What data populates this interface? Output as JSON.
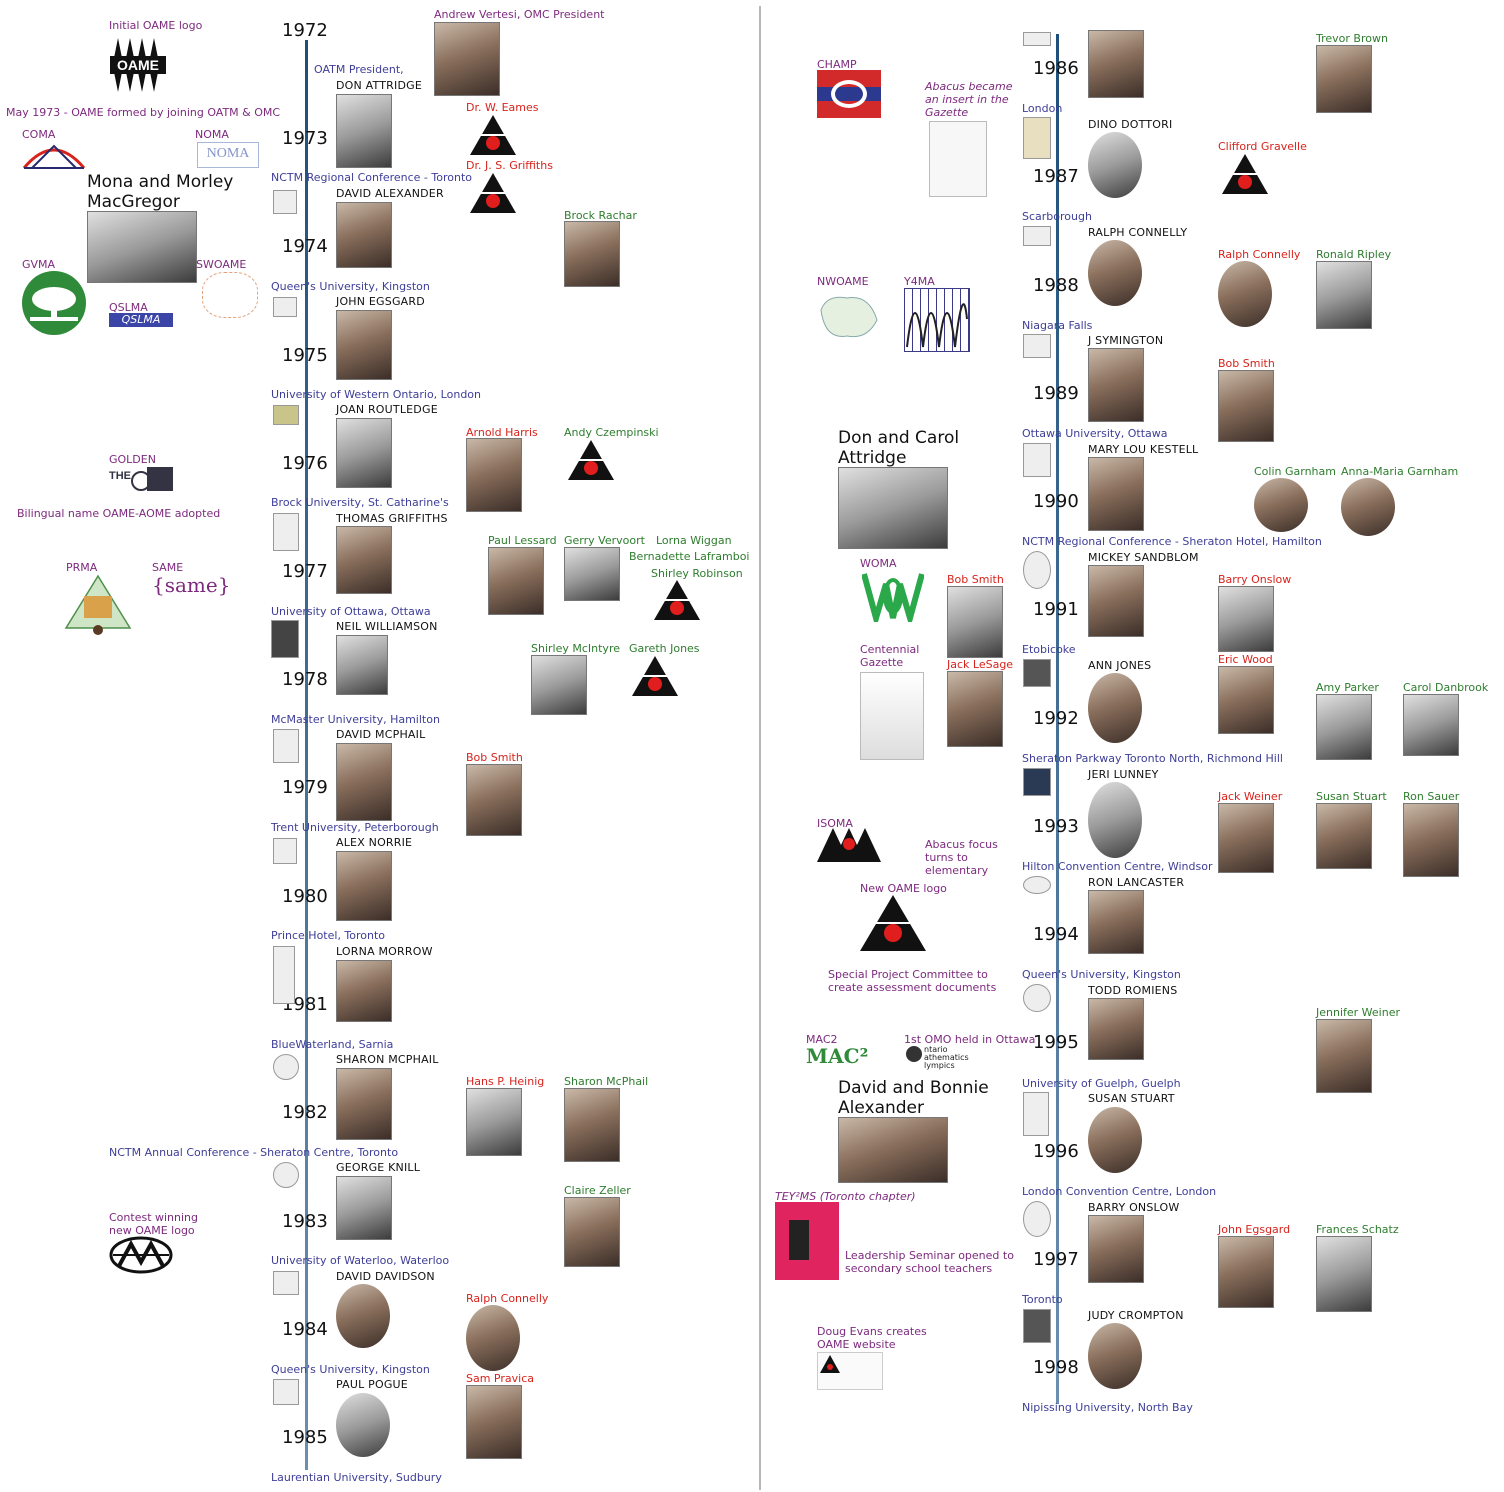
{
  "left": {
    "years": [
      "1972",
      "1973",
      "1974",
      "1975",
      "1976",
      "1977",
      "1978",
      "1979",
      "1980",
      "1981",
      "1982",
      "1983",
      "1984",
      "1985"
    ],
    "presidents": [
      "DON ATTRIDGE",
      "DAVID ALEXANDER",
      "JOHN EGSGARD",
      "JOAN ROUTLEDGE",
      "THOMAS GRIFFITHS",
      "NEIL WILLIAMSON",
      "DAVID MCPHAIL",
      "ALEX NORRIE",
      "LORNA MORROW",
      "SHARON MCPHAIL",
      "GEORGE KNILL",
      "DAVID DAVIDSON",
      "PAUL POGUE"
    ],
    "president_prefix": "OATM President,",
    "venues": [
      "NCTM Regional Conference - Toronto",
      "Queen's University, Kingston",
      "University of Western Ontario, London",
      "Brock University, St. Catharine's",
      "University of Ottawa, Ottawa",
      "McMaster University, Hamilton",
      "Trent University, Peterborough",
      "Prince Hotel, Toronto",
      "BlueWaterland, Sarnia",
      "NCTM Annual Conference - Sheraton Centre, Toronto",
      "University of Waterloo, Waterloo",
      "Queen's University, Kingston",
      "Laurentian University, Sudbury"
    ],
    "notes": {
      "initial_logo": "Initial OAME logo",
      "oame_logo_text": "OAME",
      "may1973": "May 1973 - OAME formed by joining OATM & OMC",
      "coma": "COMA",
      "noma": "NOMA",
      "mona": "Mona and Morley MacGregor",
      "gvma": "GVMA",
      "swoame": "SWOAME",
      "qslma": "QSLMA",
      "golden": "GOLDEN",
      "bilingual": "Bilingual name OAME-AOME adopted",
      "prma": "PRMA",
      "same": "SAME",
      "contest": "Contest winning new OAME logo"
    },
    "awards": {
      "vertesi": "Andrew Vertesi, OMC President",
      "eames": "Dr. W. Eames",
      "griffiths": "Dr. J. S. Griffiths",
      "rachar": "Brock Rachar",
      "harris": "Arnold Harris",
      "czempinski": "Andy Czempinski",
      "lessard": "Paul Lessard",
      "vervoort": "Gerry Vervoort",
      "wiggan": "Lorna Wiggan",
      "laframboise": "Bernadette Laframboi",
      "robinson": "Shirley Robinson",
      "mcintyre": "Shirley McIntyre",
      "jones": "Gareth Jones",
      "bobsmith": "Bob Smith",
      "heinig": "Hans P. Heinig",
      "smcphail": "Sharon McPhail",
      "zeller": "Claire Zeller",
      "connelly": "Ralph Connelly",
      "pravica": "Sam Pravica"
    }
  },
  "right": {
    "years": [
      "1986",
      "1987",
      "1988",
      "1989",
      "1990",
      "1991",
      "1992",
      "1993",
      "1994",
      "1995",
      "1996",
      "1997",
      "1998"
    ],
    "presidents": [
      "DINO DOTTORI",
      "RALPH CONNELLY",
      "J SYMINGTON",
      "MARY LOU KESTELL",
      "MICKEY SANDBLOM",
      "ANN JONES",
      "JERI LUNNEY",
      "RON LANCASTER",
      "TODD ROMIENS",
      "SUSAN STUART",
      "BARRY ONSLOW",
      "JUDY CROMPTON"
    ],
    "venues": [
      "London",
      "Scarborough",
      "Niagara Falls",
      "Ottawa University, Ottawa",
      "NCTM Regional Conference - Sheraton Hotel, Hamilton",
      "Etobicoke",
      "Sheraton Parkway Toronto North, Richmond Hill",
      "Hilton Convention Centre, Windsor",
      "Queen's University, Kingston",
      "University of Guelph, Guelph",
      "London Convention Centre, London",
      "Toronto",
      "Nipissing University, North Bay"
    ],
    "notes": {
      "champ": "CHAMP",
      "abacus": "Abacus became an insert in the Gazette",
      "nwoame": "NWOAME",
      "y4ma": "Y4MA",
      "don_carol": "Don and Carol Attridge",
      "woma": "WOMA",
      "centennial": "Centennial Gazette",
      "isoma": "ISOMA",
      "abacus_focus": "Abacus focus turns to elementary",
      "new_logo": "New OAME logo",
      "special": "Special Project Committee to create assessment documents",
      "mac2": "MAC2",
      "omo": "1st OMO held in Ottawa",
      "omo_logo": "ntario athematics lympics",
      "david_bonnie": "David and Bonnie Alexander",
      "teyms": "TEY²MS (Toronto chapter)",
      "leadership": "Leadership Seminar opened to secondary school teachers",
      "evans": "Doug Evans creates OAME website"
    },
    "awards": {
      "brown": "Trevor Brown",
      "gravelle": "Clifford Gravelle",
      "connelly": "Ralph Connelly",
      "ripley": "Ronald Ripley",
      "bobsmith1": "Bob Smith",
      "cgarnham": "Colin Garnham",
      "agarnham": "Anna-Maria Garnham",
      "bobsmith2": "Bob Smith",
      "lesage": "Jack LeSage",
      "onslow": "Barry Onslow",
      "wood": "Eric Wood",
      "parker": "Amy Parker",
      "danbrook": "Carol Danbrook",
      "weiner": "Jack Weiner",
      "stuart": "Susan Stuart",
      "sauer": "Ron Sauer",
      "jweiner": "Jennifer Weiner",
      "egsgard": "John Egsgard",
      "schatz": "Frances Schatz"
    }
  }
}
